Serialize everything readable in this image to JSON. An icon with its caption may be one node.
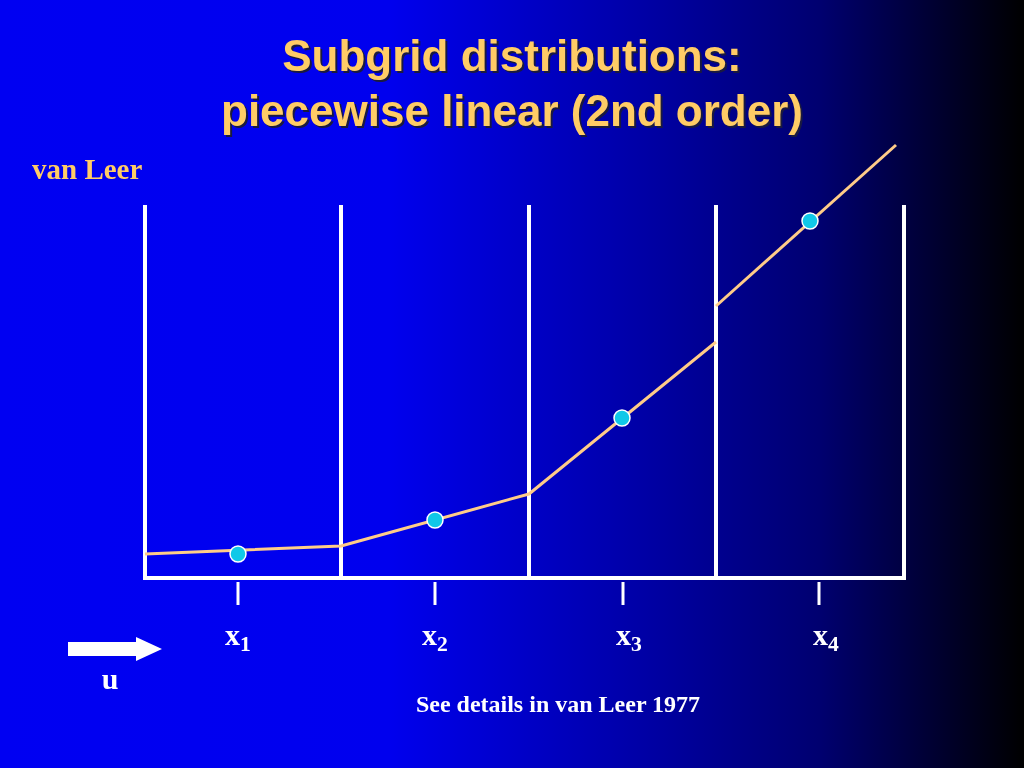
{
  "diagram": {
    "title": "Subgrid distributions: piecewise linear (2nd order)",
    "labels": [
      "van Leer",
      "x$_{1}$",
      "x$_{2}$",
      "x$_{3}$",
      "x$_{4}$",
      "u",
      "See details in van Leer 1977"
    ]
  }
}
